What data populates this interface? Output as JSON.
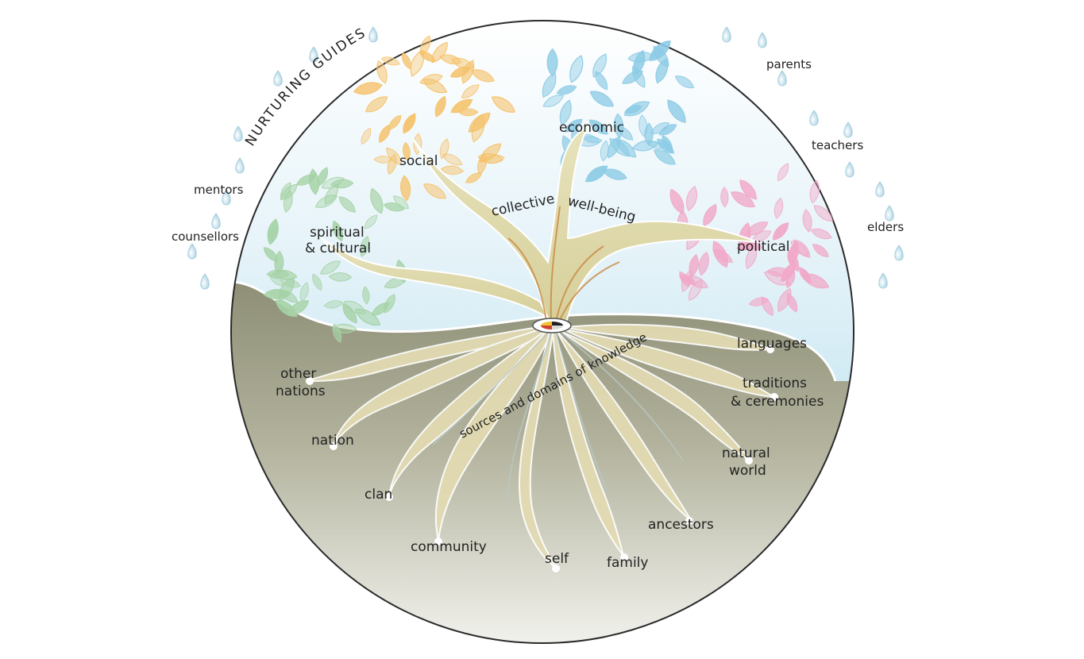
{
  "diagram": {
    "nurturing_title": "NURTURING GUIDES",
    "guides_left": [
      "mentors",
      "counsellors"
    ],
    "guides_right": [
      "parents",
      "teachers",
      "elders"
    ],
    "branches": {
      "social": "social",
      "economic": "economic",
      "spiritual": [
        "spiritual",
        "& cultural"
      ],
      "political": "political",
      "collective": "collective",
      "wellbeing": "well-being"
    },
    "roots_center": "sources and domains of knowledge",
    "roots": {
      "other_nations": [
        "other",
        "nations"
      ],
      "nation": "nation",
      "clan": "clan",
      "community": "community",
      "self": "self",
      "family": "family",
      "ancestors": "ancestors",
      "natural_world": [
        "natural",
        "world"
      ],
      "traditions": [
        "traditions",
        "& ceremonies"
      ],
      "languages": "languages"
    },
    "colors": {
      "sky": "#a9d8ea",
      "ground_top": "#8e8f76",
      "ground_bottom": "#f2f2ee",
      "trunk": "#ddd8aa",
      "orange_leaves": "#f5c26b",
      "blue_leaves": "#8ccbe5",
      "green_leaves": "#a5d2a5",
      "pink_leaves": "#f1a8c8",
      "raindrop": "#b9dbe8"
    }
  }
}
